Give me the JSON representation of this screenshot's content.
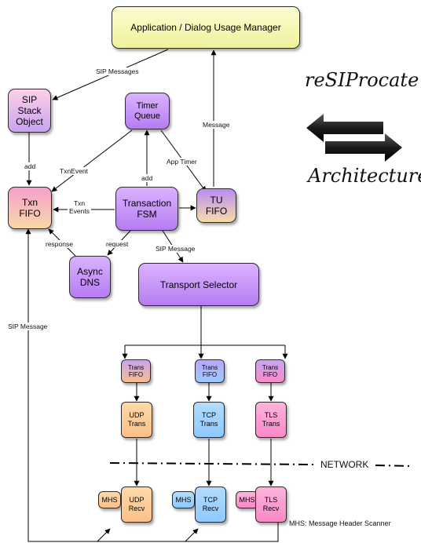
{
  "nodes": {
    "app_manager": "Application / Dialog Usage Manager",
    "sip_stack_object": "SIP\nStack\nObject",
    "timer_queue": "Timer\nQueue",
    "txn_fifo": "Txn\nFIFO",
    "transaction_fsm": "Transaction\nFSM",
    "tu_fifo": "TU\nFIFO",
    "async_dns": "Async\nDNS",
    "transport_selector": "Transport Selector",
    "trans_fifo_udp": "Trans\nFIFO",
    "trans_fifo_tcp": "Trans\nFIFO",
    "trans_fifo_tls": "Trans\nFIFO",
    "udp_trans": "UDP\nTrans",
    "tcp_trans": "TCP\nTrans",
    "tls_trans": "TLS\nTrans",
    "mhs_udp": "MHS",
    "udp_recv": "UDP\nRecv",
    "mhs_tcp": "MHS",
    "tcp_recv": "TCP\nRecv",
    "mhs_tls": "MHS",
    "tls_recv": "TLS\nRecv"
  },
  "edge_labels": {
    "sip_messages": "SIP Messages",
    "message": "Message",
    "add_left": "add",
    "txn_event": "TxnEvent",
    "app_timer": "App Timer",
    "add_center": "add",
    "txn_events": "Txn\nEvents",
    "response": "response",
    "request": "request",
    "sip_message_fsm": "SIP Message",
    "sip_message_return": "SIP Message"
  },
  "network_label": "NETWORK",
  "legend": "MHS: Message Header Scanner",
  "logo": {
    "line1": "reSIProcate",
    "line2": "Architecture"
  }
}
